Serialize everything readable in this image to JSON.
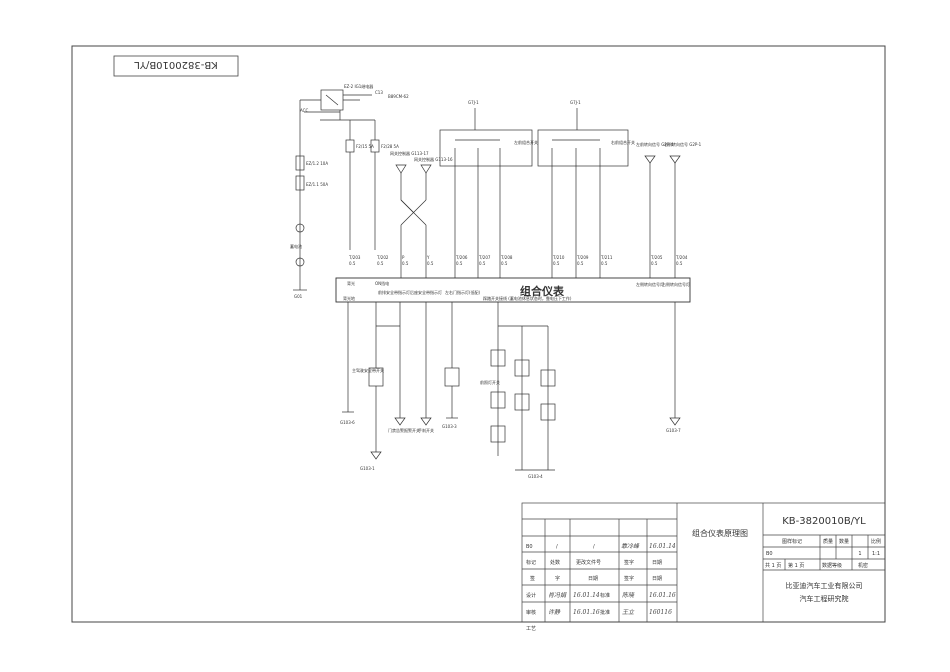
{
  "drawing_number": "KB-3820010B/YL",
  "drawing_number_rotated": "KB-3820010B/YL",
  "cluster": {
    "title": "组合仪表",
    "pins_top": [
      {
        "wire": "T/203",
        "gauge": "0.5",
        "name": "背光"
      },
      {
        "wire": "T/202",
        "gauge": "0.5",
        "name": "ON挡电"
      },
      {
        "wire": "P",
        "gauge": "0.5",
        "name": ""
      },
      {
        "wire": "Y",
        "gauge": "0.5",
        "name": ""
      },
      {
        "wire": "T/206",
        "gauge": "0.5",
        "name": ""
      },
      {
        "wire": "T/207",
        "gauge": "0.5",
        "name": ""
      },
      {
        "wire": "T/208",
        "gauge": "0.5",
        "name": ""
      },
      {
        "wire": "T/210",
        "gauge": "0.5",
        "name": ""
      },
      {
        "wire": "T/209",
        "gauge": "0.5",
        "name": ""
      },
      {
        "wire": "T/211",
        "gauge": "0.5",
        "name": ""
      },
      {
        "wire": "T/205",
        "gauge": "0.5",
        "name": ""
      },
      {
        "wire": "T/204",
        "gauge": "0.5",
        "name": ""
      }
    ],
    "labels_bottom": [
      "背光地",
      "前排安全带指示灯",
      "后座安全带指示灯",
      "左右门指示灯(低配)",
      "踩踏开关接线 (蓄电池休息状态时，靠电压下工作)"
    ],
    "labels_right": [
      "左侧转向信号灯",
      "右侧转向信号灯"
    ]
  },
  "top_parts": {
    "relay": "EZ-2 IG1继电器",
    "relay_out": "C13",
    "relay_ref": "B89CM-62",
    "acc": "ACC",
    "fuse1": "F2/15 5A",
    "fuse2": "F2/28 5A",
    "fuse_left1": "EZ/1.2 10A",
    "fuse_left2": "EZ/1.1 50A",
    "battery": "蓄电池",
    "ground": "G01",
    "ctrl1": "网关控制器 G113-17",
    "ctrl2": "网关控制器 G113-16",
    "switch_group1": "左前组合开关",
    "switch_group2": "右前组合开关",
    "turn_left": "左前转向信号 G2P-4",
    "turn_right": "右前转向信号 G2P-1",
    "g_left": "G7J-1",
    "g_right": "G7J-1"
  },
  "bottom_parts": {
    "ground_left": "G103-6",
    "belt_switch": "主驾驶安全带开关",
    "door_switch": "门禁告警报警开关",
    "hand_brake": "手刹开关",
    "ground_mid": "G103-1",
    "ground_a": "G103-3",
    "ground_b": "G103-4",
    "ground_right": "G103-7",
    "light_ctrl": "前照灯开关"
  },
  "title_block": {
    "sheet_title": "组合仪表原理图",
    "rev_code": "B0",
    "rev_sep1": "/",
    "rev_sep2": "/",
    "rev_sign": "靠冷峰",
    "rev_date": "16.01.14",
    "hdr": [
      "标记",
      "处数",
      "更改文件号",
      "签字",
      "日期"
    ],
    "hdr2": [
      "签",
      "字",
      "日期",
      "签字",
      "日期"
    ],
    "roles": [
      "设计",
      "审核",
      "工艺"
    ],
    "roles2": [
      "标准",
      "批准"
    ],
    "designer": "肖冯娟",
    "design_date": "16.01.14",
    "checker": "许静",
    "check_date": "16.01.16",
    "std_signer": "陈晓",
    "std_date": "16.01.16",
    "approver": "王立",
    "approve_date": "160116",
    "code_header": [
      "图样标记",
      "质量",
      "数量",
      "比例"
    ],
    "stage": "B0",
    "qty": "1",
    "scale": "1:1",
    "sheets": "共 1 页",
    "sheet_no": "第 1 页",
    "security_label": "数据等级",
    "security": "机密",
    "company": "比亚迪汽车工业有限公司",
    "institute": "汽车工程研究院"
  }
}
